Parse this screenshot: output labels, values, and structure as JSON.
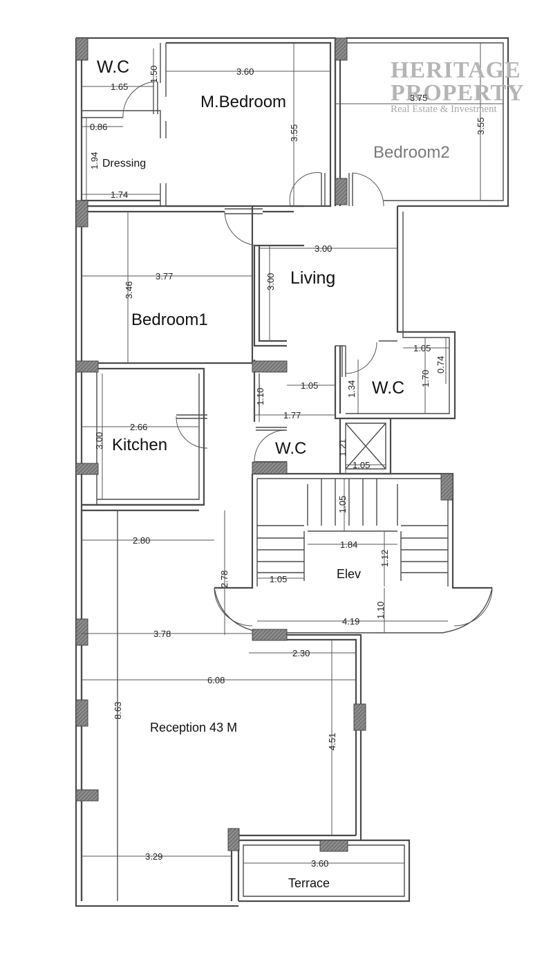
{
  "watermark": {
    "line1": "HERITAGE",
    "line2": "PROPERTY",
    "tagline": "Real Estate & Investment"
  },
  "rooms": {
    "wc_top": "W.C",
    "m_bedroom": "M.Bedroom",
    "bedroom2": "Bedroom2",
    "dressing": "Dressing",
    "living": "Living",
    "bedroom1": "Bedroom1",
    "wc_mid": "W.C",
    "kitchen": "Kitchen",
    "wc_small": "W.C",
    "elev": "Elev",
    "reception": "Reception 43 M",
    "terrace": "Terrace"
  },
  "dimensions": {
    "wc_top_w": "1.65",
    "wc_top_h": "1.50",
    "mbed_w": "3.60",
    "mbed_h": "3.55",
    "bed2_w": "3.75",
    "bed2_h": "3.55",
    "dress_door": "0.86",
    "dress_h": "1.94",
    "dress_w": "1.74",
    "living_w": "3.00",
    "living_h": "3.00",
    "bed1_w": "3.77",
    "bed1_h": "3.46",
    "wc_mid_w": "1.05",
    "wc_mid_h": "1.70",
    "wc_mid_d": "0.74",
    "wc_door": "1.34",
    "corr_w": "1.05",
    "corr_h": "1.10",
    "corr_len": "1.77",
    "kitchen_w": "2.66",
    "kitchen_h": "3.00",
    "shaft_h": "1.21",
    "shaft_w": "1.05",
    "stair_top": "1.05",
    "elev_w": "1.84",
    "elev_h": "1.12",
    "stair_w": "1.05",
    "lobby_h": "1.10",
    "lobby_w": "4.19",
    "rec_a": "2.80",
    "rec_b": "2.78",
    "rec_c": "3.78",
    "rec_d": "2.30",
    "rec_e": "6.08",
    "rec_h": "8.63",
    "rec_f": "4.51",
    "terr_a": "3.29",
    "terr_b": "3.60"
  }
}
